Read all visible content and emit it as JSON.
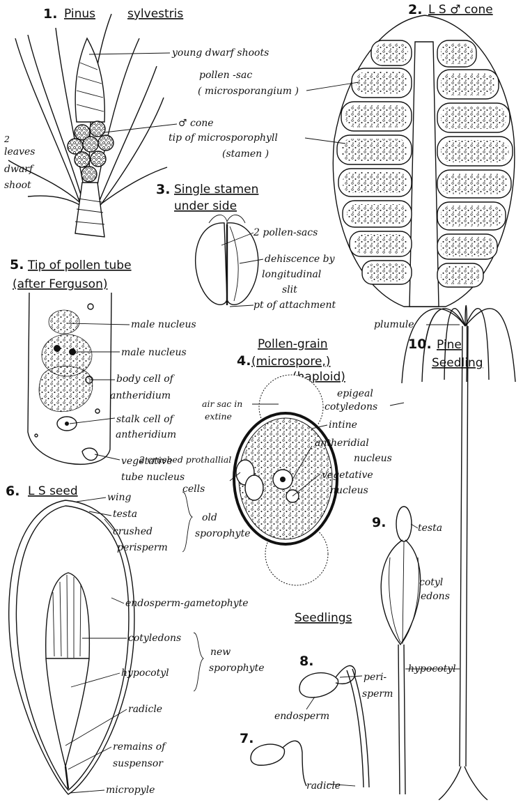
{
  "figures": {
    "f1": {
      "number": "1.",
      "title_a": "Pinus",
      "title_b": "sylvestris",
      "labels": {
        "young_shoots": "young dwarf shoots",
        "male_cone": "♂ cone",
        "leaves_1": "2",
        "leaves_2": "leaves",
        "leaves_3": "dwarf",
        "leaves_4": "shoot"
      }
    },
    "f2": {
      "number": "2.",
      "title": "L S ♂ cone",
      "labels": {
        "pollen_sac_1": "pollen -sac",
        "pollen_sac_2": "( microsporangium )",
        "tip_1": "tip of microsporophyll",
        "tip_2": "(stamen )"
      }
    },
    "f3": {
      "number": "3.",
      "title_1": "Single stamen",
      "title_2": "under side",
      "labels": {
        "sacs": "2 pollen-sacs",
        "dehiscence_1": "dehiscence by",
        "dehiscence_2": "longitudinal",
        "dehiscence_3": "slit",
        "attachment": "pt of attachment"
      }
    },
    "f4": {
      "number": "4.",
      "title_1": "Pollen-grain",
      "title_2": "(microspore,)",
      "title_3": "(haploid)",
      "labels": {
        "air_sac_1": "air sac in",
        "air_sac_2": "extine",
        "epigeal_1": "epigeal",
        "epigeal_2": "cotyledons",
        "intine": "intine",
        "antheridial_1": "antheridial",
        "antheridial_2": "nucleus",
        "prothallial_1": "2 crushed prothallial",
        "prothallial_2": "cells",
        "vegetative_1": "vegetative",
        "vegetative_2": "nucleus"
      }
    },
    "f5": {
      "number": "5.",
      "title_1": "Tip of pollen tube",
      "title_2": "(after Ferguson)",
      "labels": {
        "male_1": "male nucleus",
        "male_2": "male nucleus",
        "body_1": "body cell of",
        "body_2": "antheridium",
        "stalk_1": "stalk cell of",
        "stalk_2": "antheridium",
        "tube_1": "vegetative",
        "tube_2": "tube nucleus"
      }
    },
    "f6": {
      "number": "6.",
      "title": "L S seed",
      "labels": {
        "wing": "wing",
        "testa": "testa",
        "crushed_1": "crushed",
        "crushed_2": "perisperm",
        "old_1": "old",
        "old_2": "sporophyte",
        "endosperm": "endosperm-gametophyte",
        "cotyledons": "cotyledons",
        "new_1": "new",
        "new_2": "sporophyte",
        "hypocotyl": "hypocotyl",
        "radicle": "radicle",
        "suspensor_1": "remains of",
        "suspensor_2": "suspensor",
        "micropyle": "micropyle"
      }
    },
    "seedlings": {
      "title": "Seedlings"
    },
    "f7": {
      "number": "7.",
      "labels": {
        "radicle": "radicle"
      }
    },
    "f8": {
      "number": "8.",
      "labels": {
        "peri_1": "peri-",
        "peri_2": "sperm",
        "endosperm": "endosperm"
      }
    },
    "f9": {
      "number": "9.",
      "labels": {
        "testa": "testa",
        "cotyl_1": "cotyl",
        "cotyl_2": "edons",
        "hypocotyl": "hypocotyl"
      }
    },
    "f10": {
      "number": "10.",
      "title_1": "Pine",
      "title_2": "Seedling",
      "labels": {
        "plumule": "plumule"
      }
    }
  }
}
